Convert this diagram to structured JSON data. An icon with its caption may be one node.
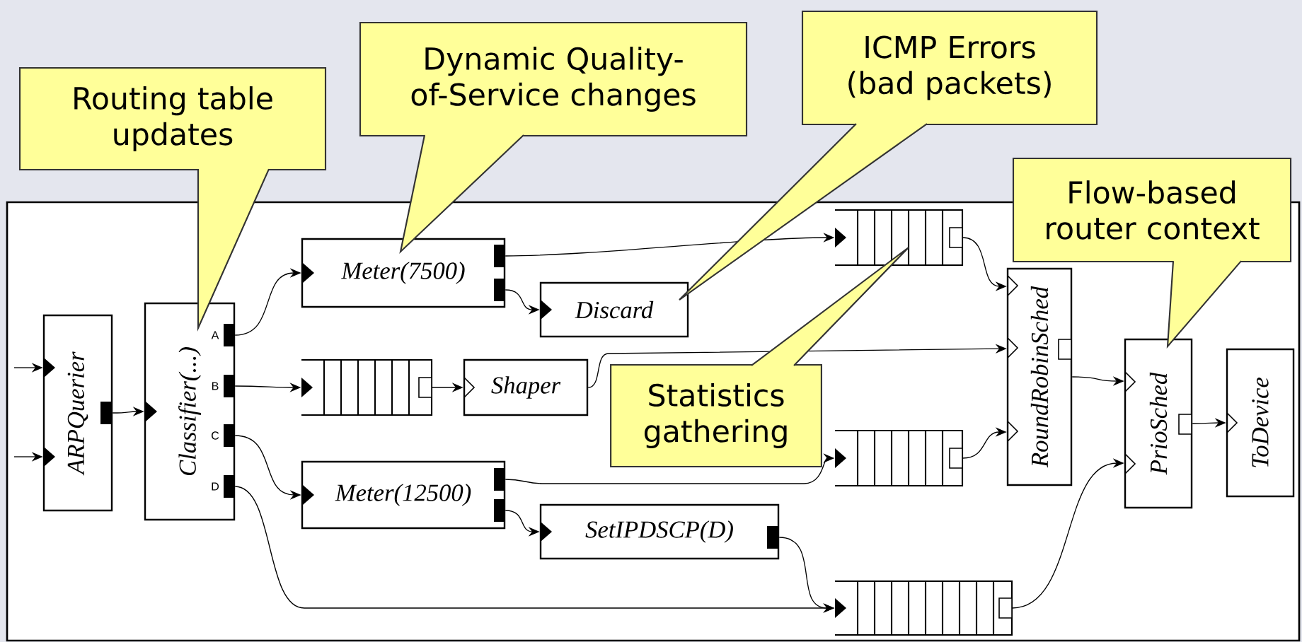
{
  "diagram": {
    "nodes": [
      {
        "text": [
          "ARPQuerier"
        ]
      },
      {
        "text": [
          "Classifier(...)"
        ]
      },
      {
        "text": [
          "Meter(7500)"
        ]
      },
      {
        "text": [
          "Discard"
        ]
      },
      {
        "text": [],
        "shape": "queue"
      },
      {
        "text": [
          "Shaper"
        ]
      },
      {
        "text": [
          "Meter(12500)"
        ]
      },
      {
        "text": [
          "SetIPDSCP(D)"
        ]
      },
      {
        "text": [],
        "shape": "queue"
      },
      {
        "text": [],
        "shape": "queue"
      },
      {
        "text": [],
        "shape": "queue"
      },
      {
        "text": [
          "RoundRobinSched"
        ]
      },
      {
        "text": [
          "PrioSched"
        ]
      },
      {
        "text": [
          "ToDevice"
        ]
      },
      {
        "text": [
          "Routing table updates"
        ]
      },
      {
        "text": [
          "Dynamic Quality-of-Service changes"
        ]
      },
      {
        "text": [
          "ICMP Errors (bad packets)"
        ]
      },
      {
        "text": [
          "Statistics gathering"
        ]
      },
      {
        "text": [
          "Flow-based router context"
        ]
      }
    ],
    "edges": [
      {
        "from": null,
        "to": 0,
        "arrow": "to"
      },
      {
        "from": null,
        "to": 0,
        "arrow": "to"
      },
      {
        "from": 0,
        "to": 1,
        "arrow": "to"
      },
      {
        "from": 1,
        "to": 2,
        "arrow": "to"
      },
      {
        "from": 1,
        "to": 4,
        "arrow": "to"
      },
      {
        "from": 1,
        "to": 6,
        "arrow": "to"
      },
      {
        "from": 1,
        "to": 10,
        "arrow": "to"
      },
      {
        "from": 2,
        "to": 8,
        "arrow": "to"
      },
      {
        "from": 2,
        "to": 3,
        "arrow": "to"
      },
      {
        "from": 4,
        "to": 5,
        "arrow": "to"
      },
      {
        "from": 5,
        "to": 11,
        "arrow": "to"
      },
      {
        "from": 6,
        "to": 9,
        "arrow": "to"
      },
      {
        "from": 6,
        "to": 7,
        "arrow": "to"
      },
      {
        "from": 7,
        "to": 10,
        "arrow": "to"
      },
      {
        "from": 8,
        "to": 11,
        "arrow": "to"
      },
      {
        "from": 9,
        "to": 11,
        "arrow": "to"
      },
      {
        "from": 11,
        "to": 12,
        "arrow": "to"
      },
      {
        "from": 10,
        "to": 12,
        "arrow": "to"
      },
      {
        "from": 12,
        "to": 13,
        "arrow": "to"
      }
    ],
    "labels": [
      "A",
      "B",
      "C",
      "D"
    ]
  }
}
